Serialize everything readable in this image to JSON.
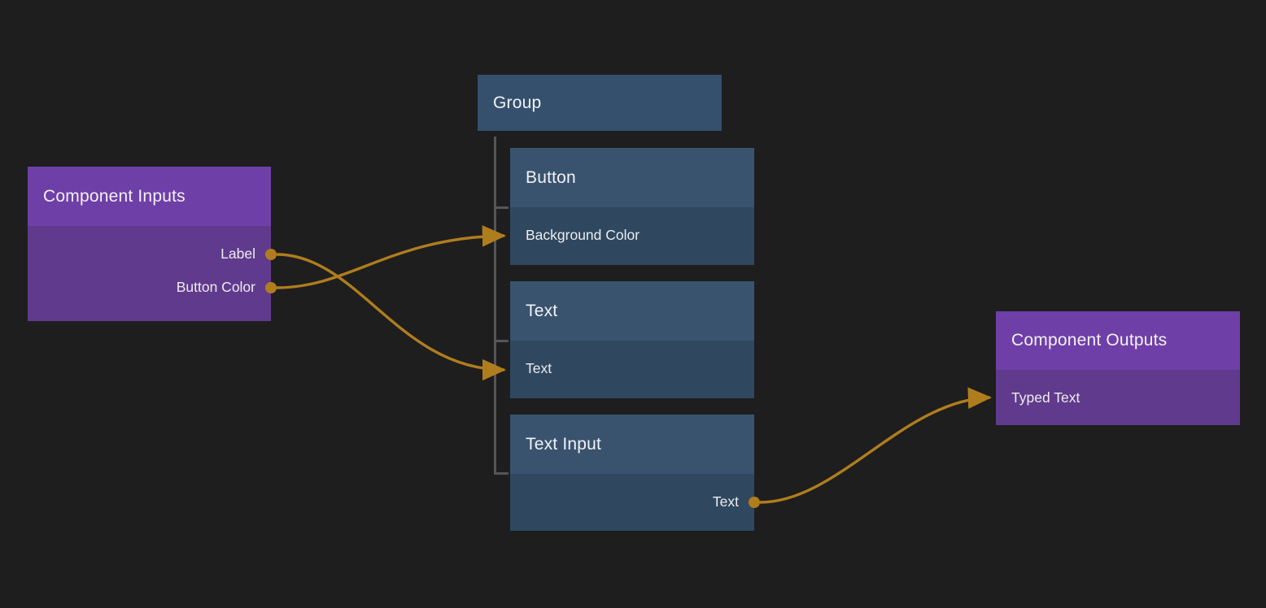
{
  "canvas": {
    "background_color": "#1e1e1e",
    "accent_color": "#b07d1e",
    "purple_header_color": "#6f3fa8",
    "purple_body_color": "#603a8c",
    "blue_header_color": "#39536f",
    "blue_body_color": "#2f4860",
    "group_header_color": "#34506d",
    "tree_line_color": "#55555a"
  },
  "nodes": {
    "component_inputs": {
      "title": "Component Inputs",
      "ports": [
        {
          "label": "Label"
        },
        {
          "label": "Button Color"
        }
      ]
    },
    "group": {
      "title": "Group"
    },
    "button": {
      "title": "Button",
      "ports": [
        {
          "label": "Background Color"
        }
      ]
    },
    "text": {
      "title": "Text",
      "ports": [
        {
          "label": "Text"
        }
      ]
    },
    "text_input": {
      "title": "Text Input",
      "ports": [
        {
          "label": "Text"
        }
      ]
    },
    "component_outputs": {
      "title": "Component Outputs",
      "ports": [
        {
          "label": "Typed Text"
        }
      ]
    }
  },
  "connections": [
    {
      "name": "label-to-text",
      "from": "Label",
      "to": "Text"
    },
    {
      "name": "button-color-to-background-color",
      "from": "Button Color",
      "to": "Background Color"
    },
    {
      "name": "text-input-text-to-typed-text",
      "from": "Text",
      "to": "Typed Text"
    }
  ]
}
